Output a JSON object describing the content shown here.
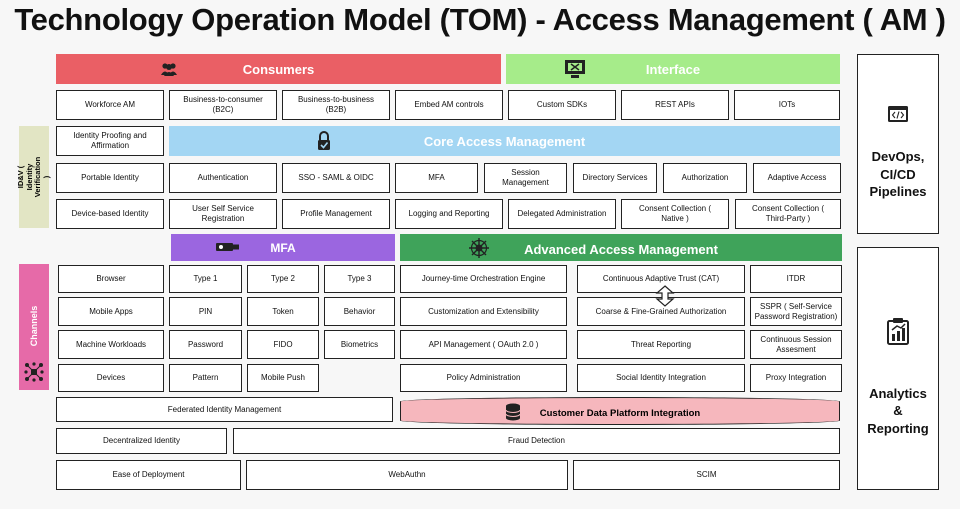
{
  "title": "Technology Operation Model (TOM) - Access Management ( AM )",
  "colors": {
    "consumers": "#ea5f65",
    "interface": "#a6ec8a",
    "core": "#a3d6f3",
    "mfa": "#9b66e0",
    "advanced": "#3fa35a",
    "idv": "#e2e5c4",
    "channels": "#e66aa8",
    "cdp": "#f6b7bd"
  },
  "headers": {
    "consumers": "Consumers",
    "interface": "Interface",
    "core": "Core Access Management",
    "mfa": "MFA",
    "advanced": "Advanced Access Management",
    "idv": "ID&V ( Identity\nVerification )",
    "channels": "Channels",
    "cdp": "Customer Data Platform Integration"
  },
  "consumer_items": [
    "Workforce AM",
    "Business-to-consumer\n(B2C)",
    "Business-to-business\n(B2B)",
    "Embed AM controls"
  ],
  "interface_items": [
    "Custom SDKs",
    "REST APIs",
    "IOTs"
  ],
  "core_items": {
    "identity_proofing": "Identity Proofing and\nAffirmation",
    "row1": [
      "Portable Identity",
      "Authentication",
      "SSO - SAML & OIDC",
      "MFA",
      "Session\nManagement",
      "Directory Services",
      "Authorization",
      "Adaptive Access"
    ],
    "row2": [
      "Device-based Identity",
      "User Self Service\nRegistration",
      "Profile Management",
      "Logging and Reporting",
      "Delegated Administration",
      "Consent Collection (\nNative )",
      "Consent Collection (\nThird-Party )"
    ]
  },
  "channels": [
    "Browser",
    "Mobile Apps",
    "Machine Workloads",
    "Devices"
  ],
  "mfa_items": {
    "col1": [
      "Type 1",
      "PIN",
      "Password",
      "Pattern"
    ],
    "col2": [
      "Type 2",
      "Token",
      "FIDO",
      "Mobile Push"
    ],
    "col3": [
      "Type 3",
      "Behavior",
      "Biometrics"
    ]
  },
  "advanced_items": {
    "col1": [
      "Journey-time Orchestration Engine",
      "Customization and Extensibility",
      "API Management ( OAuth 2.0 )",
      "Policy Administration"
    ],
    "col2": [
      "Continuous Adaptive Trust (CAT)",
      "Coarse & Fine-Grained Authorization",
      "Threat Reporting",
      "Social Identity Integration"
    ],
    "col3": [
      "ITDR",
      "SSPR ( Self-Service\nPassword Registration)",
      "Continuous Session\nAssesment",
      "Proxy Integration"
    ]
  },
  "bottom": {
    "federated": "Federated Identity Management",
    "decentralized": "Decentralized Identity",
    "fraud": "Fraud Detection",
    "ease": "Ease of Deployment",
    "webauthn": "WebAuthn",
    "scim": "SCIM"
  },
  "side_panels": {
    "devops": "DevOps,\nCI/CD\nPipelines",
    "analytics": "Analytics\n&\nReporting"
  },
  "icons": [
    "people-icon",
    "monitor-icon",
    "lock-icon",
    "usb-key-icon",
    "network-icon",
    "arrows-vertical-icon",
    "database-icon",
    "code-window-icon",
    "chart-report-icon",
    "channels-hub-icon"
  ]
}
